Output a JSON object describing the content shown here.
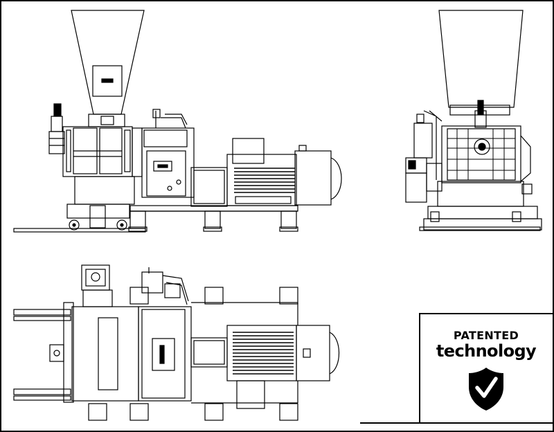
{
  "badge": {
    "line1": "PATENTED",
    "line2": "technology",
    "icon": "shield-check-icon"
  },
  "drawing": {
    "views": [
      "side-elevation",
      "end-elevation",
      "plan-view"
    ],
    "line_color": "#000000",
    "background": "#ffffff"
  }
}
